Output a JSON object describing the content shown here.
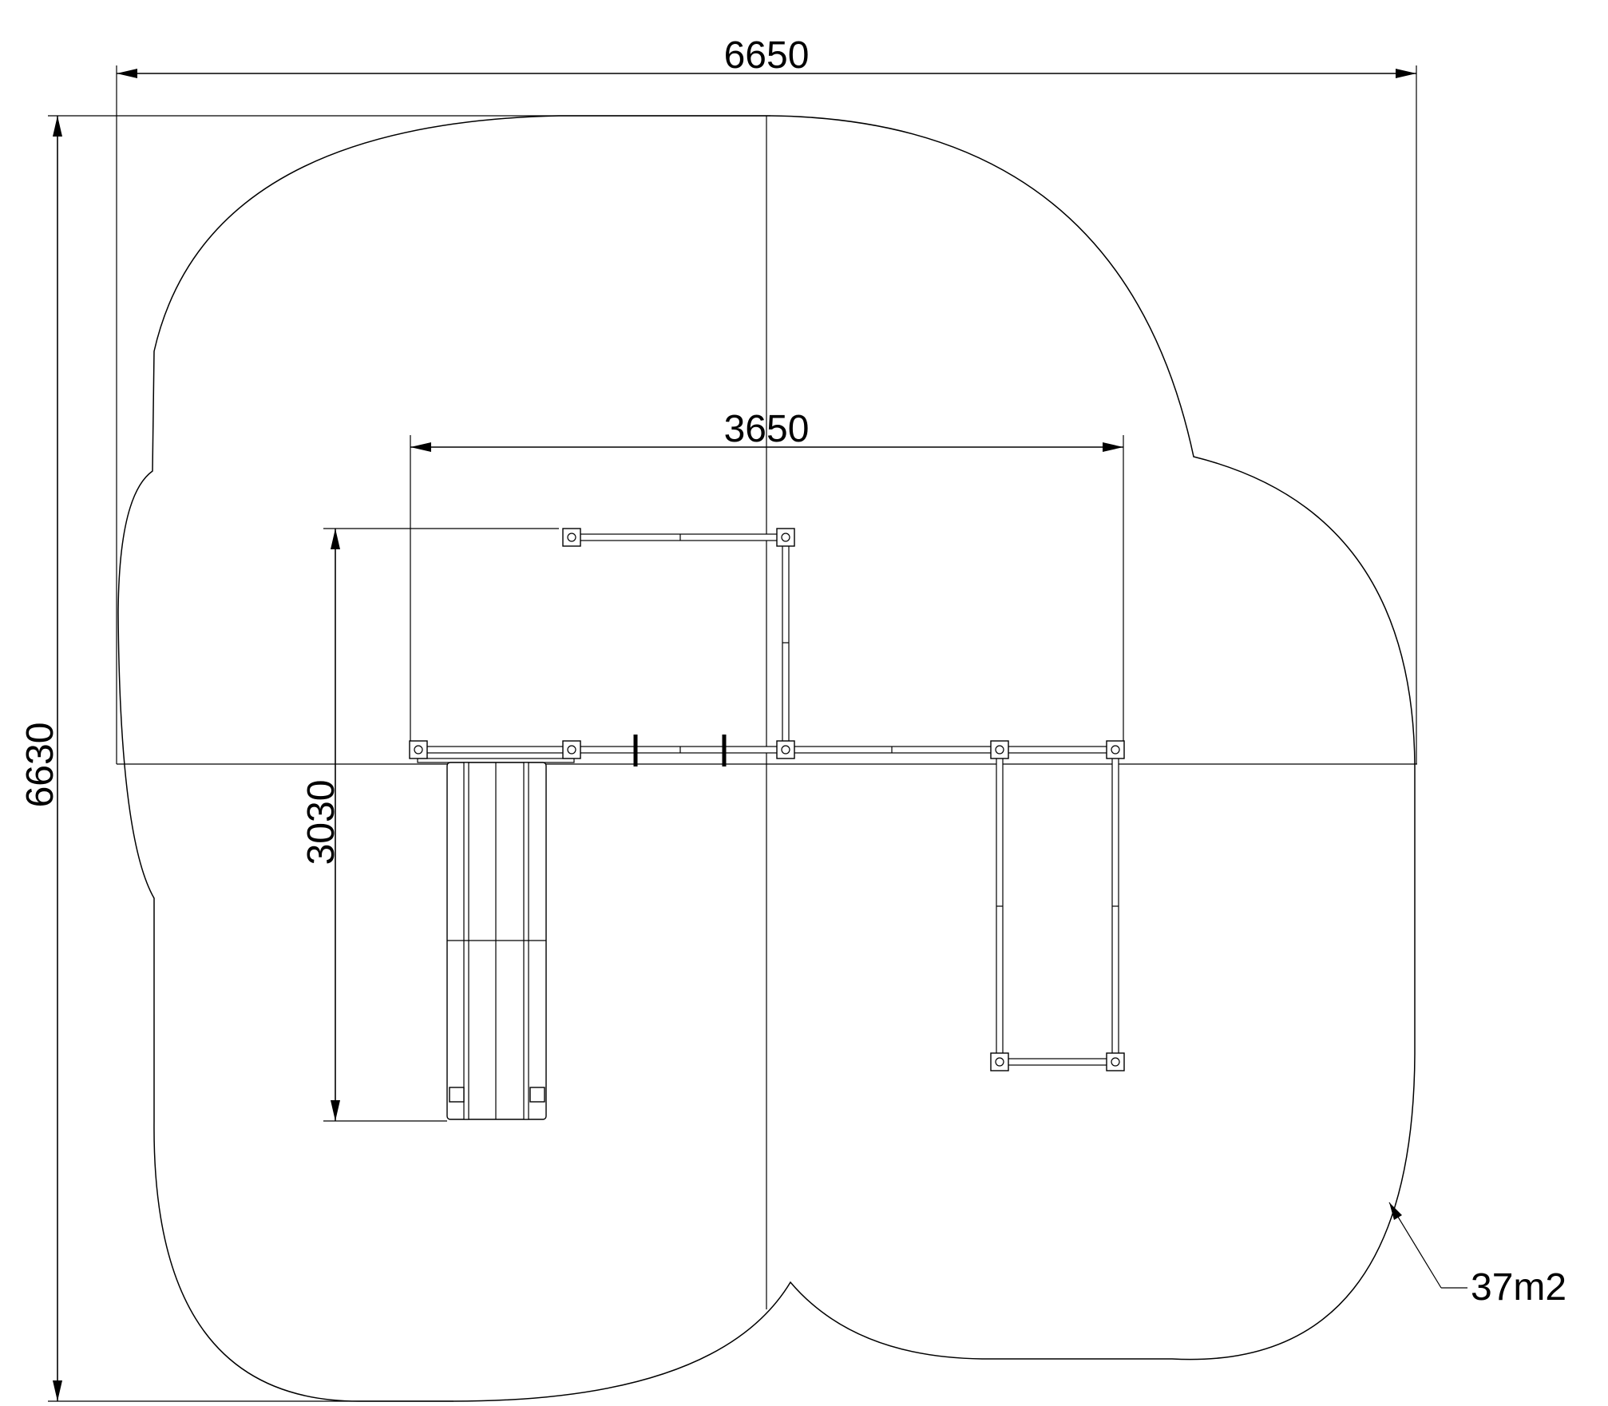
{
  "dimensions": {
    "overall_width": "6650",
    "overall_height": "6630",
    "structure_width": "3650",
    "structure_depth": "3030"
  },
  "area_label": "37m2"
}
